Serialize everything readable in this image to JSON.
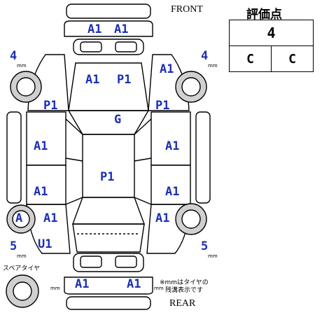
{
  "header": {
    "front_label": "FRONT",
    "rear_label": "REAR"
  },
  "grade": {
    "title": "評価点",
    "score": "4",
    "interior": "C",
    "exterior": "C"
  },
  "tires": {
    "front_left_mm": "4",
    "front_right_mm": "4",
    "rear_left_mm": "5",
    "rear_right_mm": "5",
    "unit": "mm",
    "spare_label": "スペアタイヤ"
  },
  "note": {
    "line1": "※mmはタイヤの",
    "line2": "残溝表示です"
  },
  "damage": {
    "front_bumper_left": "A1",
    "front_bumper_right": "A1",
    "hood_left": "A1",
    "hood_right": "P1",
    "front_right_fender_top": "A1",
    "front_left_fender": "P1",
    "front_right_fender": "P1",
    "windshield": "G",
    "left_front_door": "A1",
    "right_front_door": "A1",
    "roof": "P1",
    "left_rear_door": "A1",
    "right_rear_door": "A1",
    "left_rear_wheel_area": "A1",
    "right_rear_wheel_area": "A1",
    "rear_left_tire_mark": "A",
    "left_rocker": "U1",
    "rear_bumper_left": "A1",
    "rear_bumper_right": "A1"
  }
}
